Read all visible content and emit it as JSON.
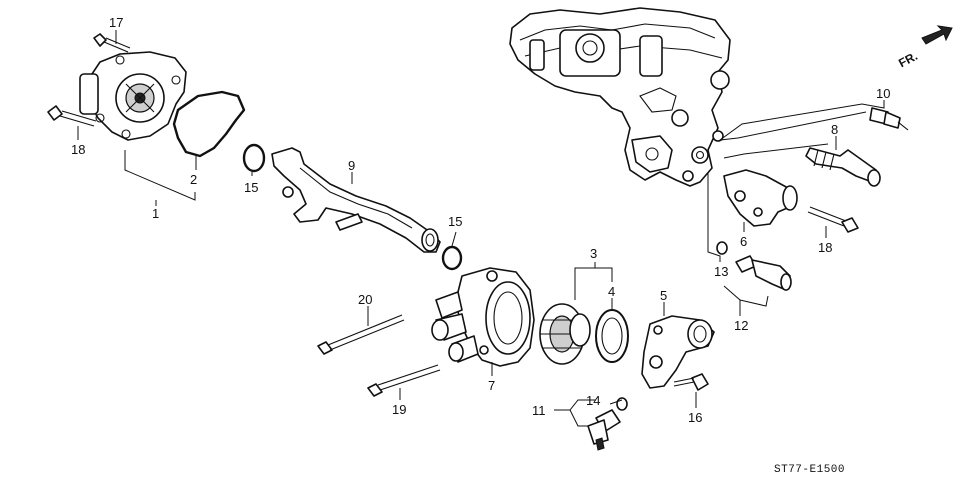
{
  "diagram_code": "ST77-E1500",
  "front_indicator": "FR.",
  "callouts": [
    {
      "id": "c17a",
      "label": "17"
    },
    {
      "id": "c18a",
      "label": "18"
    },
    {
      "id": "c2",
      "label": "2"
    },
    {
      "id": "c1",
      "label": "1"
    },
    {
      "id": "c15a",
      "label": "15"
    },
    {
      "id": "c9",
      "label": "9"
    },
    {
      "id": "c15b",
      "label": "15"
    },
    {
      "id": "c3",
      "label": "3"
    },
    {
      "id": "c4",
      "label": "4"
    },
    {
      "id": "c5",
      "label": "5"
    },
    {
      "id": "c20",
      "label": "20"
    },
    {
      "id": "c7",
      "label": "7"
    },
    {
      "id": "c19",
      "label": "19"
    },
    {
      "id": "c11",
      "label": "11"
    },
    {
      "id": "c14",
      "label": "14"
    },
    {
      "id": "c16",
      "label": "16"
    },
    {
      "id": "c10",
      "label": "10"
    },
    {
      "id": "c8",
      "label": "8"
    },
    {
      "id": "c6",
      "label": "6"
    },
    {
      "id": "c18b",
      "label": "18"
    },
    {
      "id": "c13",
      "label": "13"
    },
    {
      "id": "c12",
      "label": "12"
    }
  ]
}
